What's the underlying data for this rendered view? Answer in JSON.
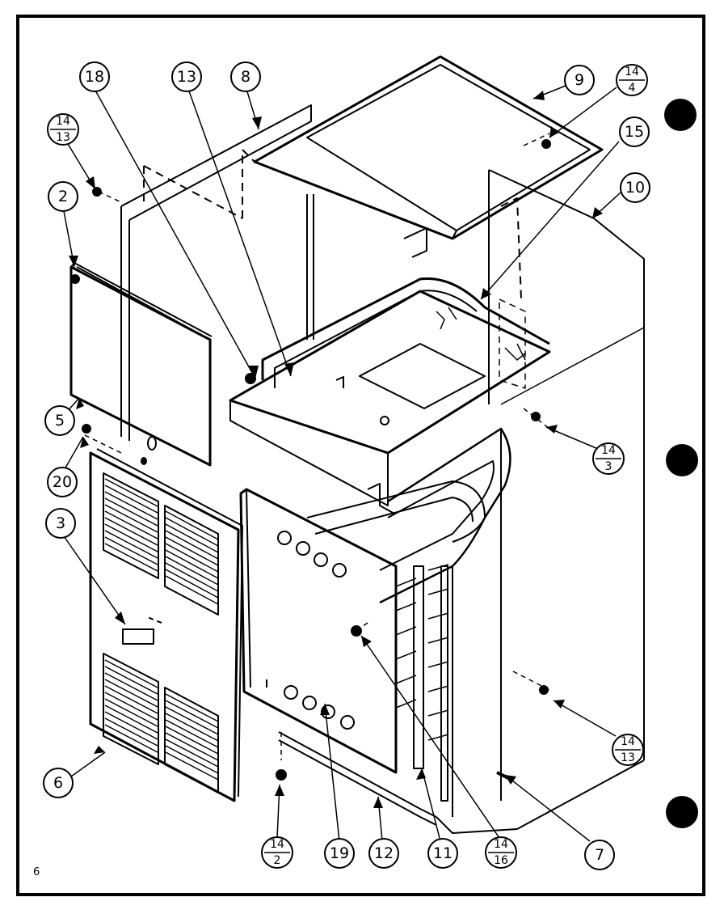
{
  "page_number": "6",
  "callouts": {
    "c18": "18",
    "c13": "13",
    "c8": "8",
    "c9": "9",
    "c15": "15",
    "c10": "10",
    "c2": "2",
    "c5": "5",
    "c20": "20",
    "c3": "3",
    "c6": "6",
    "c19": "19",
    "c12": "12",
    "c11": "11",
    "c7": "7"
  },
  "fractions": {
    "f14_4": {
      "top": "14",
      "bottom": "4"
    },
    "f14_13a": {
      "top": "14",
      "bottom": "13"
    },
    "f14_3": {
      "top": "14",
      "bottom": "3"
    },
    "f14_13b": {
      "top": "14",
      "bottom": "13"
    },
    "f14_2": {
      "top": "14",
      "bottom": "2"
    },
    "f14_16": {
      "top": "14",
      "bottom": "16"
    }
  }
}
